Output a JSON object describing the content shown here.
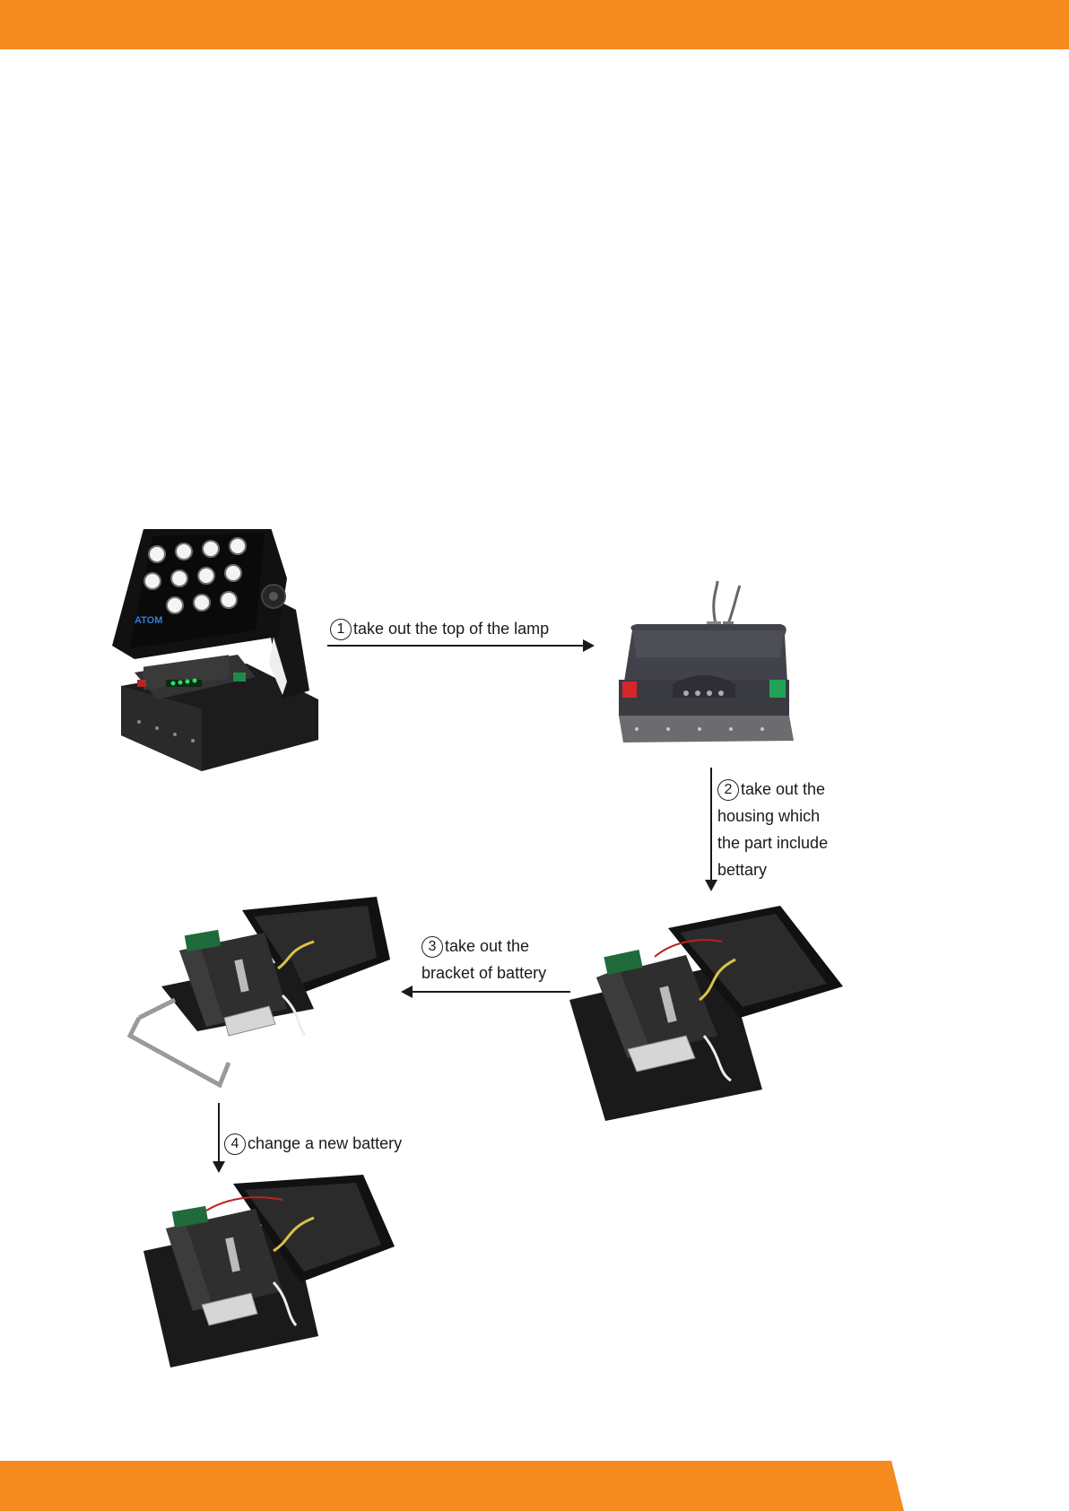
{
  "theme": {
    "accent": "#F58A1F",
    "ink": "#1a1a1a"
  },
  "steps": [
    {
      "num": "1",
      "text": "take out the top of the lamp"
    },
    {
      "num": "2",
      "text": "take out the\nhousing which\nthe part include\nbettary"
    },
    {
      "num": "3",
      "text": "take out the\nbracket of battery"
    },
    {
      "num": "4",
      "text": "change a new battery"
    }
  ],
  "photos": {
    "lamp": {
      "brand_mark": "ATOM"
    }
  }
}
